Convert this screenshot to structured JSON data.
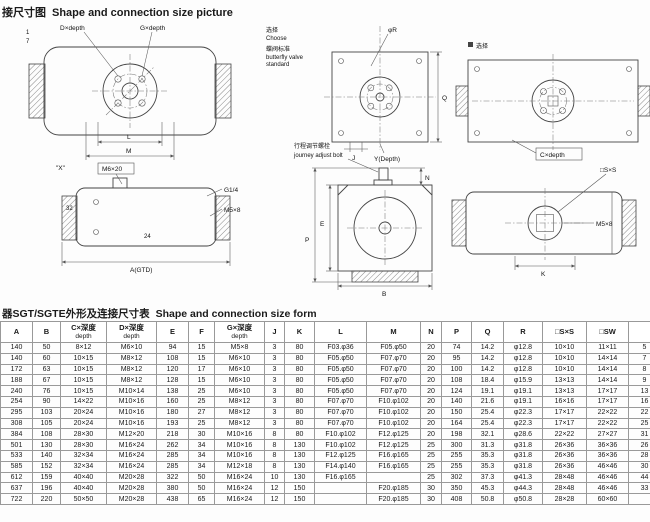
{
  "page": {
    "section1": {
      "zh": "接尺寸图",
      "en": "Shape and connection size picture"
    },
    "section2": {
      "zh": "器SGT/SGTE外形及连接尺寸表",
      "en": "Shape and connection size form"
    }
  },
  "diagram": {
    "front": {
      "frag1": "1",
      "frag2": "7",
      "d_depth": "D×depth",
      "g_depth": "G×depth",
      "l": "L",
      "m": "M"
    },
    "butterfly": {
      "choose_zh": "选择",
      "choose_en": "Choose",
      "std_zh": "蝶阀标准",
      "std_en1": "butterfly valve",
      "std_en2": "standard",
      "phi_r": "φR",
      "q": "Q",
      "j": "J",
      "y_depth": "Y(Depth)"
    },
    "flange2": {
      "choose_zh": "选择",
      "c_depth": "C×depth"
    },
    "side": {
      "x": "\"X\"",
      "m6x20": "M6×20",
      "g14": "G1/4",
      "m5x8": "M5×8",
      "d32": "32",
      "d24": "24",
      "a_gtd": "A(GTD)"
    },
    "end": {
      "journey_zh": "行程调节螺栓",
      "journey_en": "journey adjust bolt",
      "n": "N",
      "e": "E",
      "p": "P",
      "b": "B"
    },
    "shaft": {
      "sxs": "□S×S",
      "m5x8": "M5×8",
      "k": "K"
    }
  },
  "table": {
    "headers": [
      {
        "label": "A"
      },
      {
        "label": "B"
      },
      {
        "label": "C×深度",
        "sub": "depth"
      },
      {
        "label": "D×深度",
        "sub": "depth"
      },
      {
        "label": "E"
      },
      {
        "label": "F"
      },
      {
        "label": "G×深度",
        "sub": "depth"
      },
      {
        "label": "J"
      },
      {
        "label": "K"
      },
      {
        "label": "L"
      },
      {
        "label": "M"
      },
      {
        "label": "N"
      },
      {
        "label": "P"
      },
      {
        "label": "Q"
      },
      {
        "label": "R"
      },
      {
        "label": "□S×S"
      },
      {
        "label": "□SW"
      },
      {
        "label": ""
      }
    ],
    "rows": [
      [
        140,
        50,
        "8×12",
        "M6×10",
        94,
        15,
        "M5×8",
        3,
        80,
        "F03.φ36",
        "F05.φ50",
        20,
        74,
        14.2,
        "φ12.8",
        "10×10",
        "11×11",
        "5"
      ],
      [
        140,
        60,
        "10×15",
        "M8×12",
        108,
        15,
        "M6×10",
        3,
        80,
        "F05.φ50",
        "F07.φ70",
        20,
        95,
        14.2,
        "φ12.8",
        "10×10",
        "14×14",
        "7"
      ],
      [
        172,
        63,
        "10×15",
        "M8×12",
        120,
        17,
        "M6×10",
        3,
        80,
        "F05.φ50",
        "F07.φ70",
        20,
        100,
        14.2,
        "φ12.8",
        "10×10",
        "14×14",
        "8"
      ],
      [
        188,
        67,
        "10×15",
        "M8×12",
        128,
        15,
        "M6×10",
        3,
        80,
        "F05.φ50",
        "F07.φ70",
        20,
        108,
        18.4,
        "φ15.9",
        "13×13",
        "14×14",
        "9"
      ],
      [
        240,
        76,
        "10×15",
        "M10×14",
        138,
        25,
        "M6×10",
        3,
        80,
        "F05.φ50",
        "F07.φ70",
        20,
        124,
        19.1,
        "φ19.1",
        "13×13",
        "17×17",
        "13"
      ],
      [
        254,
        90,
        "14×22",
        "M10×16",
        160,
        25,
        "M8×12",
        3,
        80,
        "F07.φ70",
        "F10.φ102",
        20,
        140,
        21.6,
        "φ19.1",
        "16×16",
        "17×17",
        "16"
      ],
      [
        295,
        103,
        "20×24",
        "M10×16",
        180,
        27,
        "M8×12",
        3,
        80,
        "F07.φ70",
        "F10.φ102",
        20,
        150,
        25.4,
        "φ22.3",
        "17×17",
        "22×22",
        "22"
      ],
      [
        308,
        105,
        "20×24",
        "M10×16",
        193,
        25,
        "M8×12",
        3,
        80,
        "F07.φ70",
        "F10.φ102",
        20,
        164,
        25.4,
        "φ22.3",
        "17×17",
        "22×22",
        "25"
      ],
      [
        384,
        108,
        "28×30",
        "M12×20",
        218,
        30,
        "M10×16",
        8,
        80,
        "F10.φ102",
        "F12.φ125",
        20,
        198,
        32.1,
        "φ28.6",
        "22×22",
        "27×27",
        "31"
      ],
      [
        501,
        130,
        "28×30",
        "M16×24",
        262,
        34,
        "M10×16",
        8,
        130,
        "F10.φ102",
        "F12.φ125",
        25,
        300,
        31.3,
        "φ31.8",
        "26×36",
        "36×36",
        "26"
      ],
      [
        533,
        140,
        "32×34",
        "M16×24",
        285,
        34,
        "M10×16",
        8,
        130,
        "F12.φ125",
        "F16.φ165",
        25,
        255,
        35.3,
        "φ31.8",
        "26×36",
        "36×36",
        "28"
      ],
      [
        585,
        152,
        "32×34",
        "M16×24",
        285,
        34,
        "M12×18",
        8,
        130,
        "F14.φ140",
        "F16.φ165",
        25,
        255,
        35.3,
        "φ31.8",
        "26×36",
        "46×46",
        "30"
      ],
      [
        612,
        159,
        "40×40",
        "M20×28",
        322,
        50,
        "M16×24",
        10,
        130,
        "F16.φ165",
        "",
        25,
        302,
        37.3,
        "φ41.3",
        "28×48",
        "46×46",
        "44"
      ],
      [
        637,
        196,
        "40×40",
        "M20×28",
        380,
        50,
        "M16×24",
        12,
        150,
        "",
        "F20.φ185",
        30,
        350,
        45.3,
        "φ44.3",
        "28×48",
        "46×46",
        "33"
      ],
      [
        722,
        220,
        "50×50",
        "M20×28",
        438,
        65,
        "M16×24",
        12,
        150,
        "",
        "F20.φ185",
        30,
        408,
        50.8,
        "φ50.8",
        "28×28",
        "60×60",
        ""
      ]
    ]
  }
}
